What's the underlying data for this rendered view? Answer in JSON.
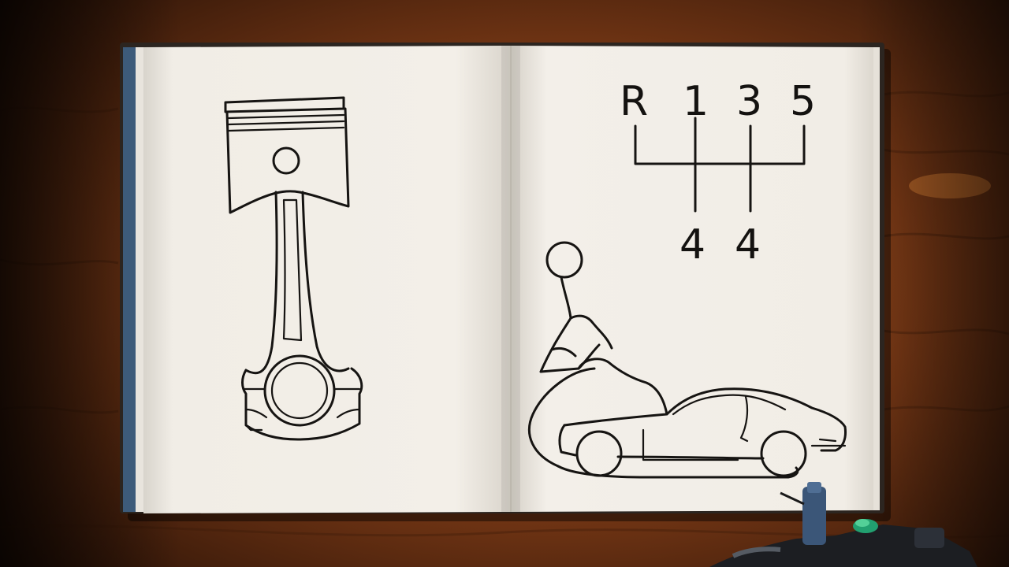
{
  "gear_pattern": {
    "top_labels": [
      "R",
      "1",
      "3",
      "5"
    ],
    "bottom_labels": [
      "4",
      "4"
    ]
  },
  "colors": {
    "wood_dark": "#2a1409",
    "wood_light": "#a2531f",
    "paper": "#f2eee7",
    "ink": "#161412",
    "book_edge_blue": "#3d5b7a"
  }
}
